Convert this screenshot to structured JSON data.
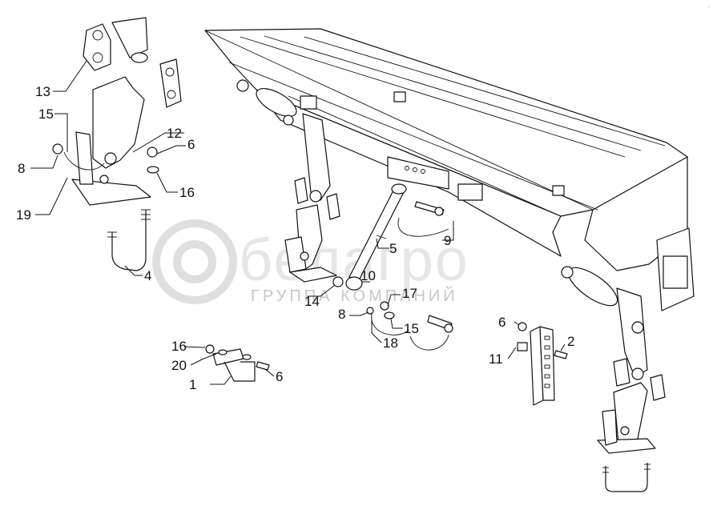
{
  "watermark": {
    "brand": "белагро",
    "subtitle": "ГРУППА КОМПАНИЙ"
  },
  "corner_mark": "-",
  "callouts": [
    {
      "id": "c13",
      "text": "13"
    },
    {
      "id": "c15a",
      "text": "15"
    },
    {
      "id": "c12",
      "text": "12"
    },
    {
      "id": "c6a",
      "text": "6"
    },
    {
      "id": "c8a",
      "text": "8"
    },
    {
      "id": "c16a",
      "text": "16"
    },
    {
      "id": "c19",
      "text": "19"
    },
    {
      "id": "c4",
      "text": "4"
    },
    {
      "id": "c9",
      "text": "9"
    },
    {
      "id": "c5",
      "text": "5"
    },
    {
      "id": "c10",
      "text": "10"
    },
    {
      "id": "c14",
      "text": "14"
    },
    {
      "id": "c17",
      "text": "17"
    },
    {
      "id": "c8b",
      "text": "8"
    },
    {
      "id": "c15b",
      "text": "15"
    },
    {
      "id": "c18",
      "text": "18"
    },
    {
      "id": "c6b",
      "text": "6"
    },
    {
      "id": "c16b",
      "text": "16"
    },
    {
      "id": "c20",
      "text": "20"
    },
    {
      "id": "c1",
      "text": "1"
    },
    {
      "id": "c6c",
      "text": "6"
    },
    {
      "id": "c2",
      "text": "2"
    },
    {
      "id": "c11",
      "text": "11"
    }
  ]
}
